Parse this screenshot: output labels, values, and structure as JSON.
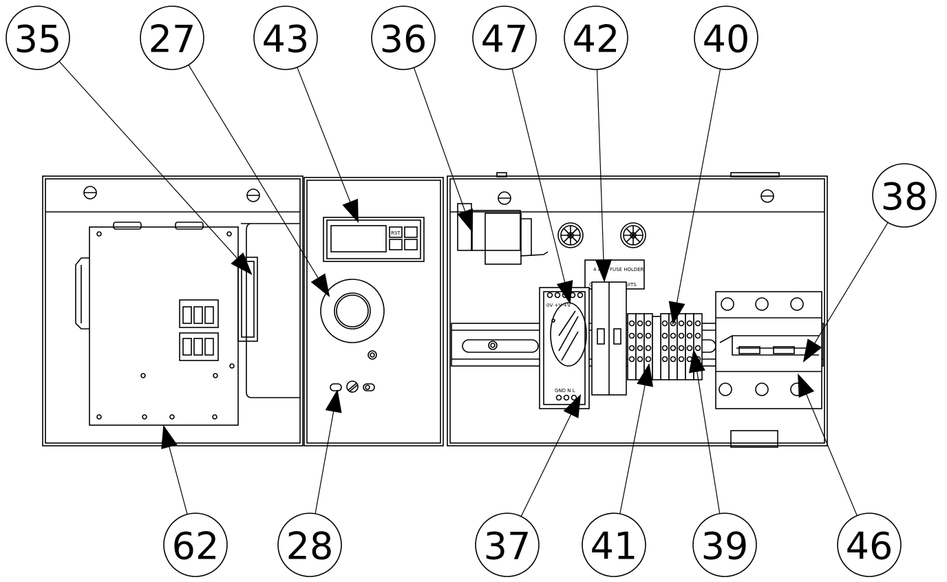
{
  "diagram": {
    "callouts": [
      {
        "id": "c35",
        "label": "35"
      },
      {
        "id": "c27",
        "label": "27"
      },
      {
        "id": "c43",
        "label": "43"
      },
      {
        "id": "c36",
        "label": "36"
      },
      {
        "id": "c47",
        "label": "47"
      },
      {
        "id": "c42",
        "label": "42"
      },
      {
        "id": "c40",
        "label": "40"
      },
      {
        "id": "c38",
        "label": "38"
      },
      {
        "id": "c62",
        "label": "62"
      },
      {
        "id": "c28",
        "label": "28"
      },
      {
        "id": "c37",
        "label": "37"
      },
      {
        "id": "c41",
        "label": "41"
      },
      {
        "id": "c39",
        "label": "39"
      },
      {
        "id": "c46",
        "label": "46"
      }
    ],
    "component_text": {
      "display_button": "RST",
      "psu_top": "0V +V  +V",
      "psu_bottom": "GND  N  L",
      "label_plate_line1": "4 AMP FUSE HOLDER",
      "label_plate_line2": "CONTROL CIRCUITS"
    }
  }
}
